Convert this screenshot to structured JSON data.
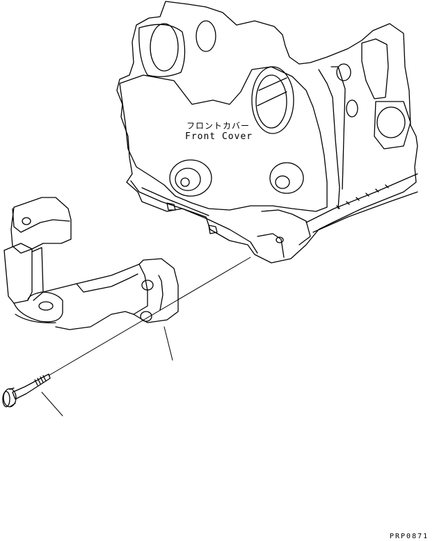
{
  "labels": {
    "front_cover_jp": "フロントカバー",
    "front_cover_en": "Front Cover"
  },
  "drawing_number": "PRP0871",
  "line_color": "#000000",
  "background": "#ffffff"
}
